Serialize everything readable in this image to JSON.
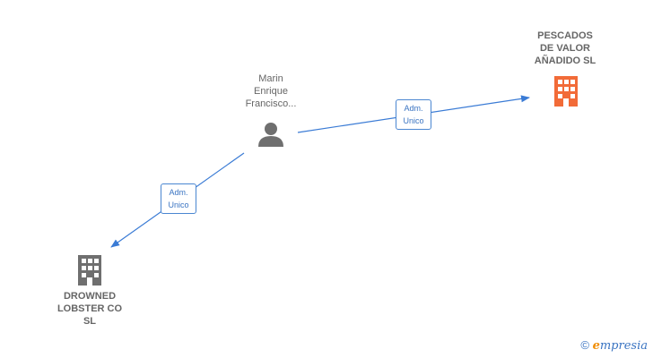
{
  "nodes": {
    "person": {
      "label": "Marin\nEnrique\nFrancisco...",
      "icon": "person-icon",
      "color": "#6f6f6f"
    },
    "company_main": {
      "label": "PESCADOS\nDE VALOR\nAÑADIDO  SL",
      "icon": "building-icon",
      "color": "#f26b38"
    },
    "company_secondary": {
      "label": "DROWNED\nLOBSTER CO\nSL",
      "icon": "building-icon",
      "color": "#6f6f6f"
    }
  },
  "edges": [
    {
      "from": "person",
      "to": "company_main",
      "label_line1": "Adm.",
      "label_line2": "Unico"
    },
    {
      "from": "person",
      "to": "company_secondary",
      "label_line1": "Adm.",
      "label_line2": "Unico"
    }
  ],
  "edge_color": "#3a7bd5",
  "watermark": {
    "symbol": "©",
    "brand_first": "e",
    "brand_rest": "mpresia"
  }
}
